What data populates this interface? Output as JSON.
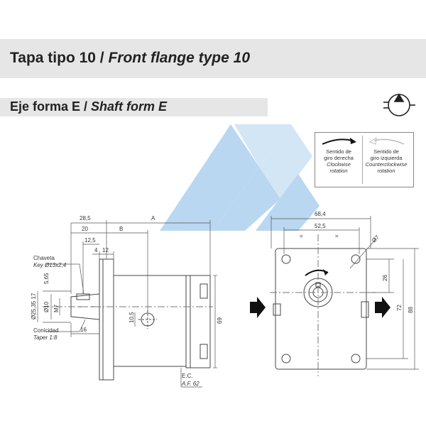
{
  "header": {
    "title_es": "Tapa tipo 10 / ",
    "title_en": "Front flange type 10",
    "subtitle_es": "Eje forma E / ",
    "subtitle_en": "Shaft form E"
  },
  "rotation": {
    "right": {
      "es_1": "Sentido de",
      "es_2": "giro derecha",
      "en_1": "Clockwise",
      "en_2": "rotation"
    },
    "left": {
      "es_1": "Sentido de",
      "es_2": "giro izquierda",
      "en_1": "Counterclockwise",
      "en_2": "rotation"
    }
  },
  "side_view": {
    "dim_28_5": "28,5",
    "dim_A": "A",
    "dim_20": "20",
    "dim_B": "B",
    "dim_12_5": "12,5",
    "dim_4": "4",
    "dim_12": "12",
    "dim_5_65": "5,65",
    "dim_d25": "Ø25,35 17",
    "dim_d10": "Ø10",
    "dim_m7": "M7",
    "dim_16": "16",
    "dim_10_5": "10,5",
    "dim_69": "69",
    "key_es": "Chaveta",
    "key_en": "Key Ø13x2,4",
    "taper_es": "Conicidad",
    "taper_en": "Taper 1:8",
    "ec_es": "E.C.",
    "ec_en": "A.F. 62"
  },
  "front_view": {
    "dim_68_4": "68,4",
    "dim_52_5": "52,5",
    "eq_left": "=",
    "eq_right": "=",
    "dim_d7": "Ø7",
    "dim_26": "26",
    "dim_72": "72",
    "dim_88": "88"
  },
  "colors": {
    "watermark": "#3a8fd6",
    "line": "#444444",
    "band": "#e6e6e7"
  }
}
